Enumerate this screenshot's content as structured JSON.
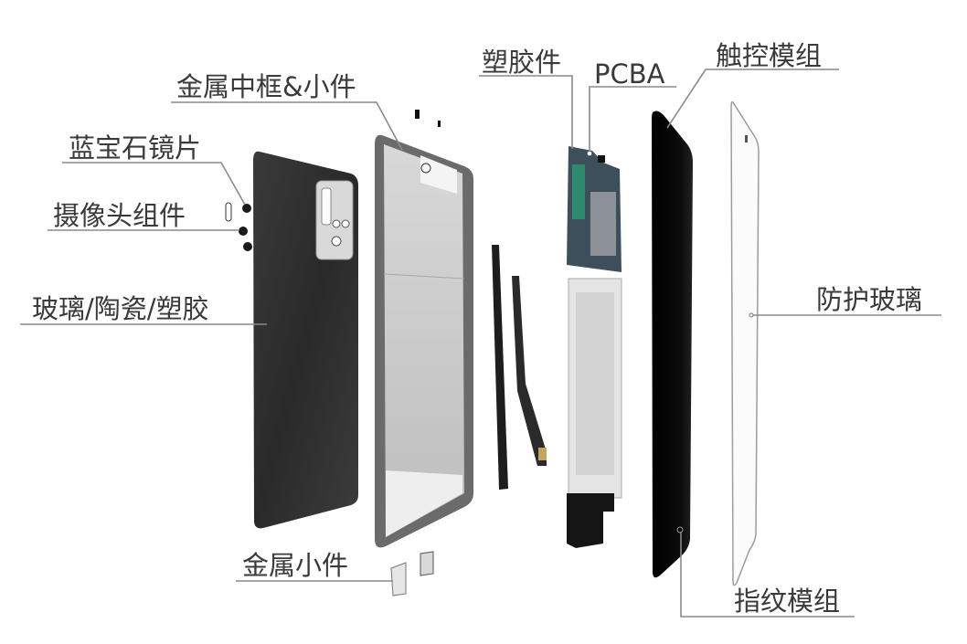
{
  "title": "手机结构爆炸图",
  "labels": {
    "plastic_parts": "塑胶件",
    "pcba": "PCBA",
    "touch_module": "触控模组",
    "metal_frame": "金属中框&小件",
    "sapphire_lens": "蓝宝石镜片",
    "camera_assembly": "摄像头组件",
    "back_cover": "玻璃/陶瓷/塑胶",
    "protective_glass": "防护玻璃",
    "metal_small_parts": "金属小件",
    "fingerprint_module": "指纹模组"
  },
  "colors": {
    "text": "#3a3a3a",
    "leader": "#8a8a8a",
    "back_cover": "#2f2f2f",
    "display": "#050505",
    "pcb": "#3d4f5a"
  }
}
